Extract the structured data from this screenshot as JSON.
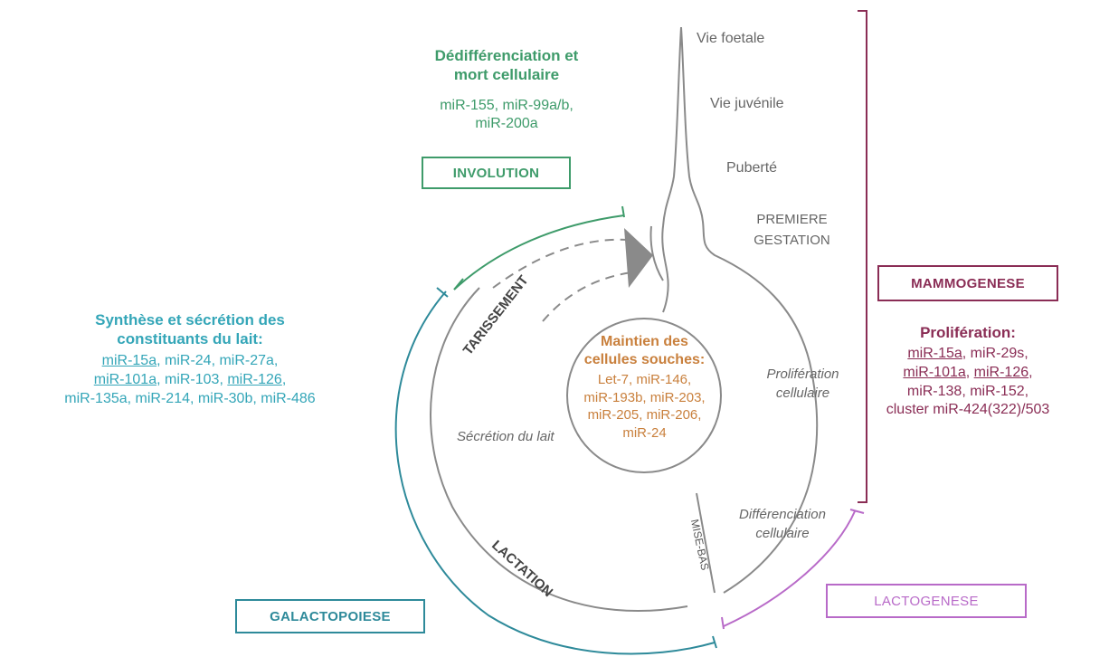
{
  "involution": {
    "title_line1": "Dédifférenciation et",
    "title_line2": "mort cellulaire",
    "mirs_line1": "miR-155, miR-99a/b,",
    "mirs_line2": "miR-200a",
    "box_label": "INVOLUTION"
  },
  "stages": {
    "foetal": "Vie foetale",
    "juvenile": "Vie juvénile",
    "puberty": "Puberté",
    "gestation_line1": "PREMIERE",
    "gestation_line2": "GESTATION"
  },
  "mammogenese": {
    "box_label": "MAMMOGENESE",
    "title": "Prolifération:",
    "mir_15a": "miR-15a",
    "sep1": ", miR-29s,",
    "mir_101a": "miR-101a",
    "sep2": ", ",
    "mir_126": "miR-126",
    "sep3": ",",
    "line3": "miR-138, miR-152,",
    "line4": "cluster miR-424(322)/503"
  },
  "synthese": {
    "title_line1": "Synthèse et sécrétion des",
    "title_line2": "constituants du lait:",
    "mir_15a": "miR-15a",
    "l1_rest": ", miR-24, miR-27a,",
    "mir_101a": "miR-101a",
    "l2_mid": ", miR-103, ",
    "mir_126": "miR-126",
    "l2_end": ",",
    "line3": "miR-135a, miR-214, miR-30b, miR-486"
  },
  "stem": {
    "title_line1": "Maintien des",
    "title_line2": "cellules souches:",
    "line1": "Let-7, miR-146,",
    "line2": "miR-193b, miR-203,",
    "line3": "miR-205, miR-206,",
    "line4": "miR-24"
  },
  "cycle": {
    "tarissement": "TARISSEMENT",
    "lactation": "LACTATION",
    "mise_bas": "MISE-BAS",
    "secretion": "Sécrétion du lait",
    "proliferation_line1": "Prolifération",
    "proliferation_line2": "cellulaire",
    "differenciation_line1": "Différenciation",
    "differenciation_line2": "cellulaire"
  },
  "galactopoiese": {
    "box_label": "GALACTOPOIESE"
  },
  "lactogenese": {
    "box_label": "LACTOGENESE"
  },
  "colors": {
    "involution": "#3e9b6a",
    "synthese": "#34a6b8",
    "mammogenese": "#8a2d55",
    "stem": "#c9803d",
    "lactogenese": "#b86ac8",
    "galactopoiese": "#2e8a9a",
    "grey": "#666666"
  }
}
